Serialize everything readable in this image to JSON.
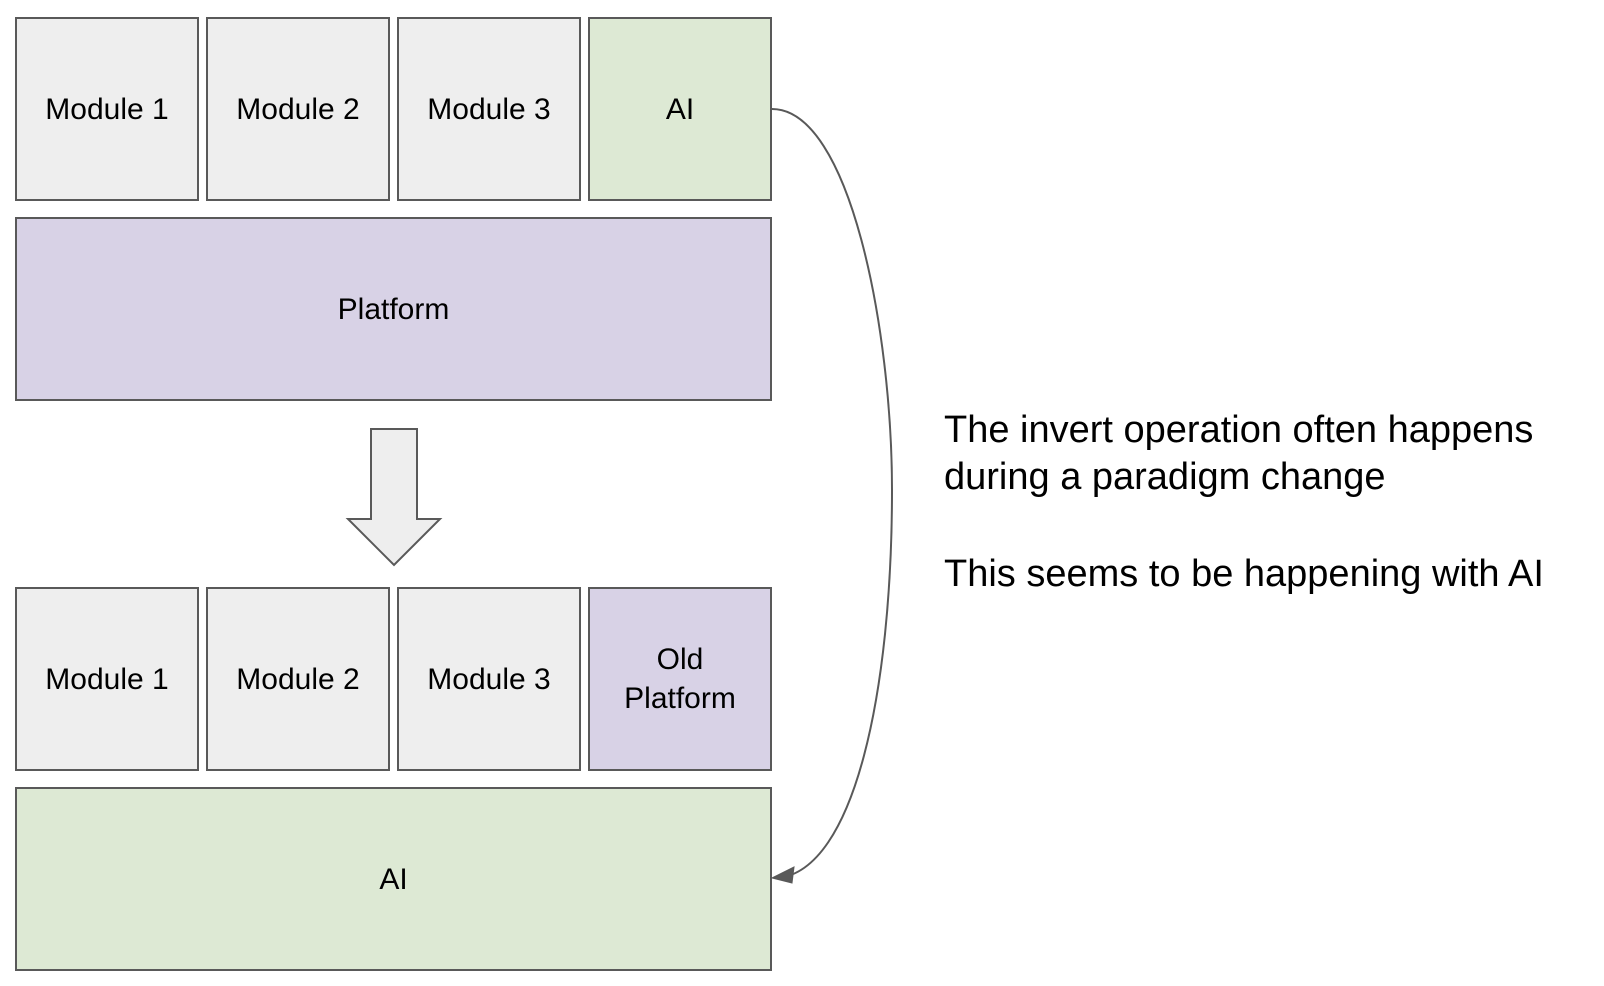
{
  "before": {
    "modules": [
      "Module 1",
      "Module 2",
      "Module 3"
    ],
    "ai_block": "AI",
    "platform": "Platform"
  },
  "after": {
    "modules": [
      "Module 1",
      "Module 2",
      "Module 3"
    ],
    "old_platform": "Old Platform",
    "ai_base": "AI"
  },
  "notes": {
    "line1": "The invert operation often happens during a paradigm change",
    "line2": "This seems to be happening with AI"
  },
  "colors": {
    "module_fill": "#eeeeee",
    "ai_fill": "#dde9d4",
    "platform_fill": "#d8d2e6",
    "border": "#595959"
  }
}
